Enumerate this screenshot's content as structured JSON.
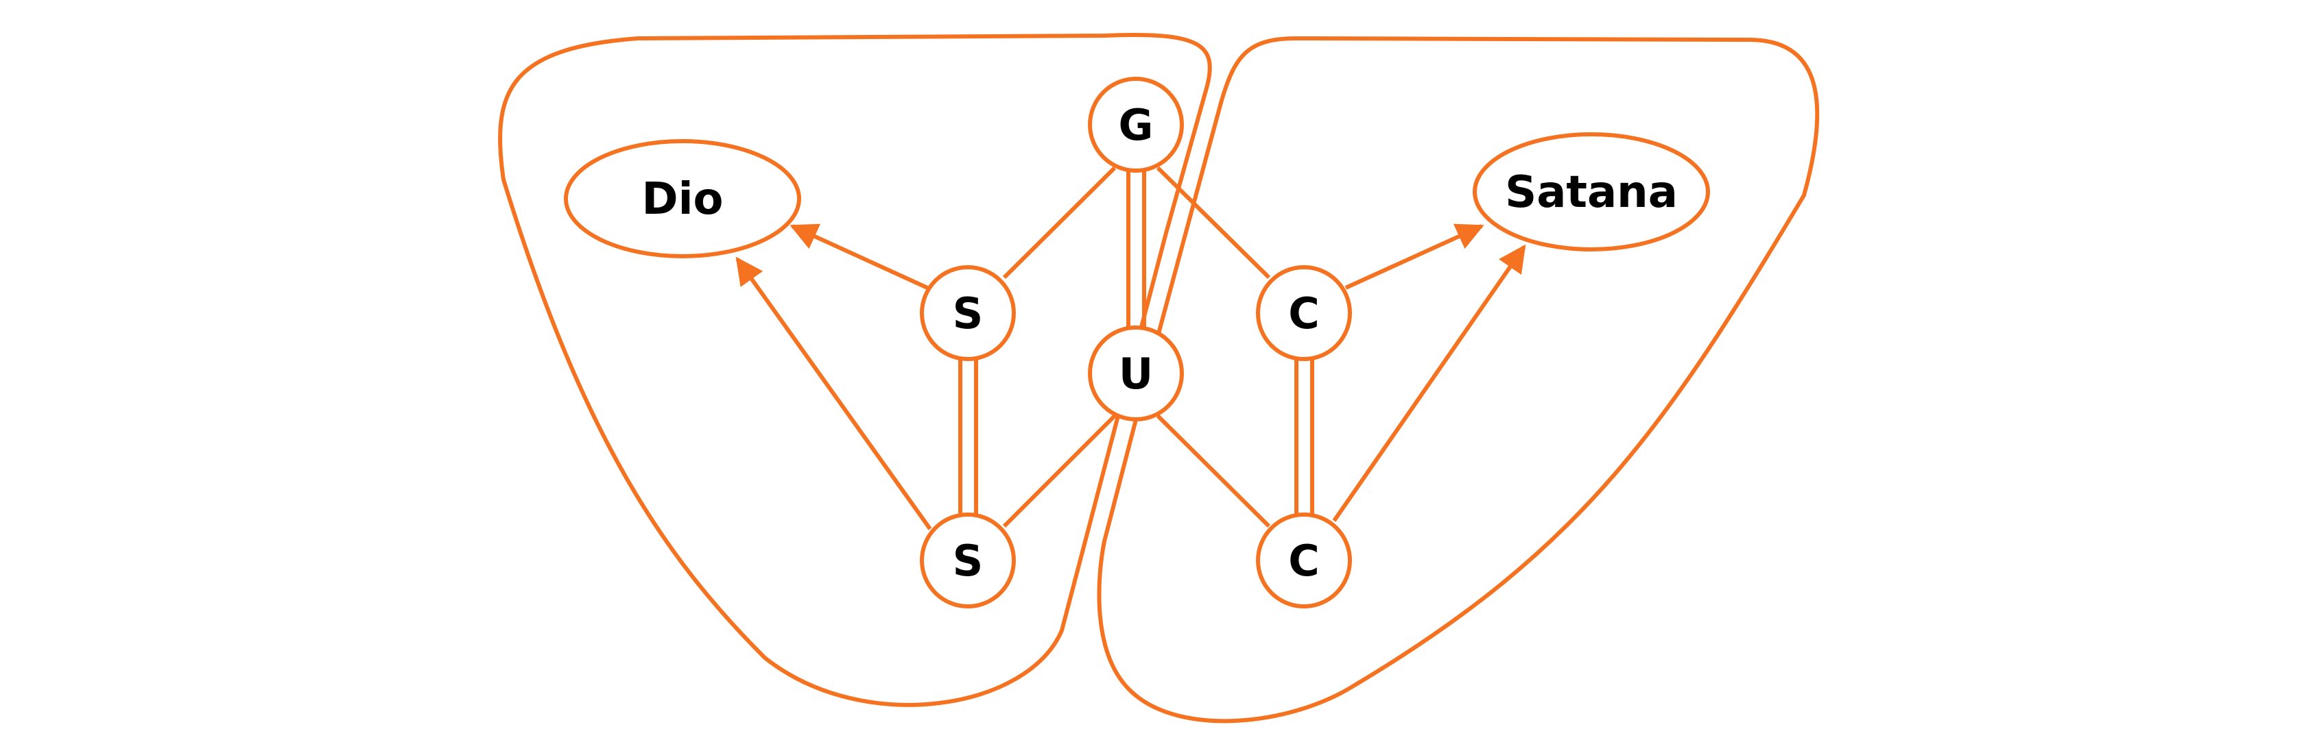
{
  "colors": {
    "accent": "#F57320",
    "text": "#000000",
    "background": "#FFFFFF"
  },
  "nodes": {
    "god": {
      "label": "Dio"
    },
    "satan": {
      "label": "Satana"
    },
    "g": {
      "label": "G"
    },
    "u": {
      "label": "U"
    },
    "s_upper": {
      "label": "S"
    },
    "s_lower": {
      "label": "S"
    },
    "c_upper": {
      "label": "C"
    },
    "c_lower": {
      "label": "C"
    }
  }
}
